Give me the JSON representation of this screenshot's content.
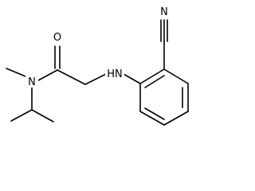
{
  "molecule": {
    "atoms": [
      {
        "id": "O1",
        "label": "O"
      },
      {
        "id": "N_amide",
        "label": "N"
      },
      {
        "id": "N_amine",
        "label": "H​N",
        "display": "HN"
      },
      {
        "id": "N_nitrile",
        "label": "N"
      }
    ]
  },
  "labels": {
    "oxygen": "O",
    "amide_nitrogen": "N",
    "amine": "HN",
    "nitrile_nitrogen": "N"
  },
  "colors": {
    "bond": "#000000",
    "background": "#ffffff"
  }
}
